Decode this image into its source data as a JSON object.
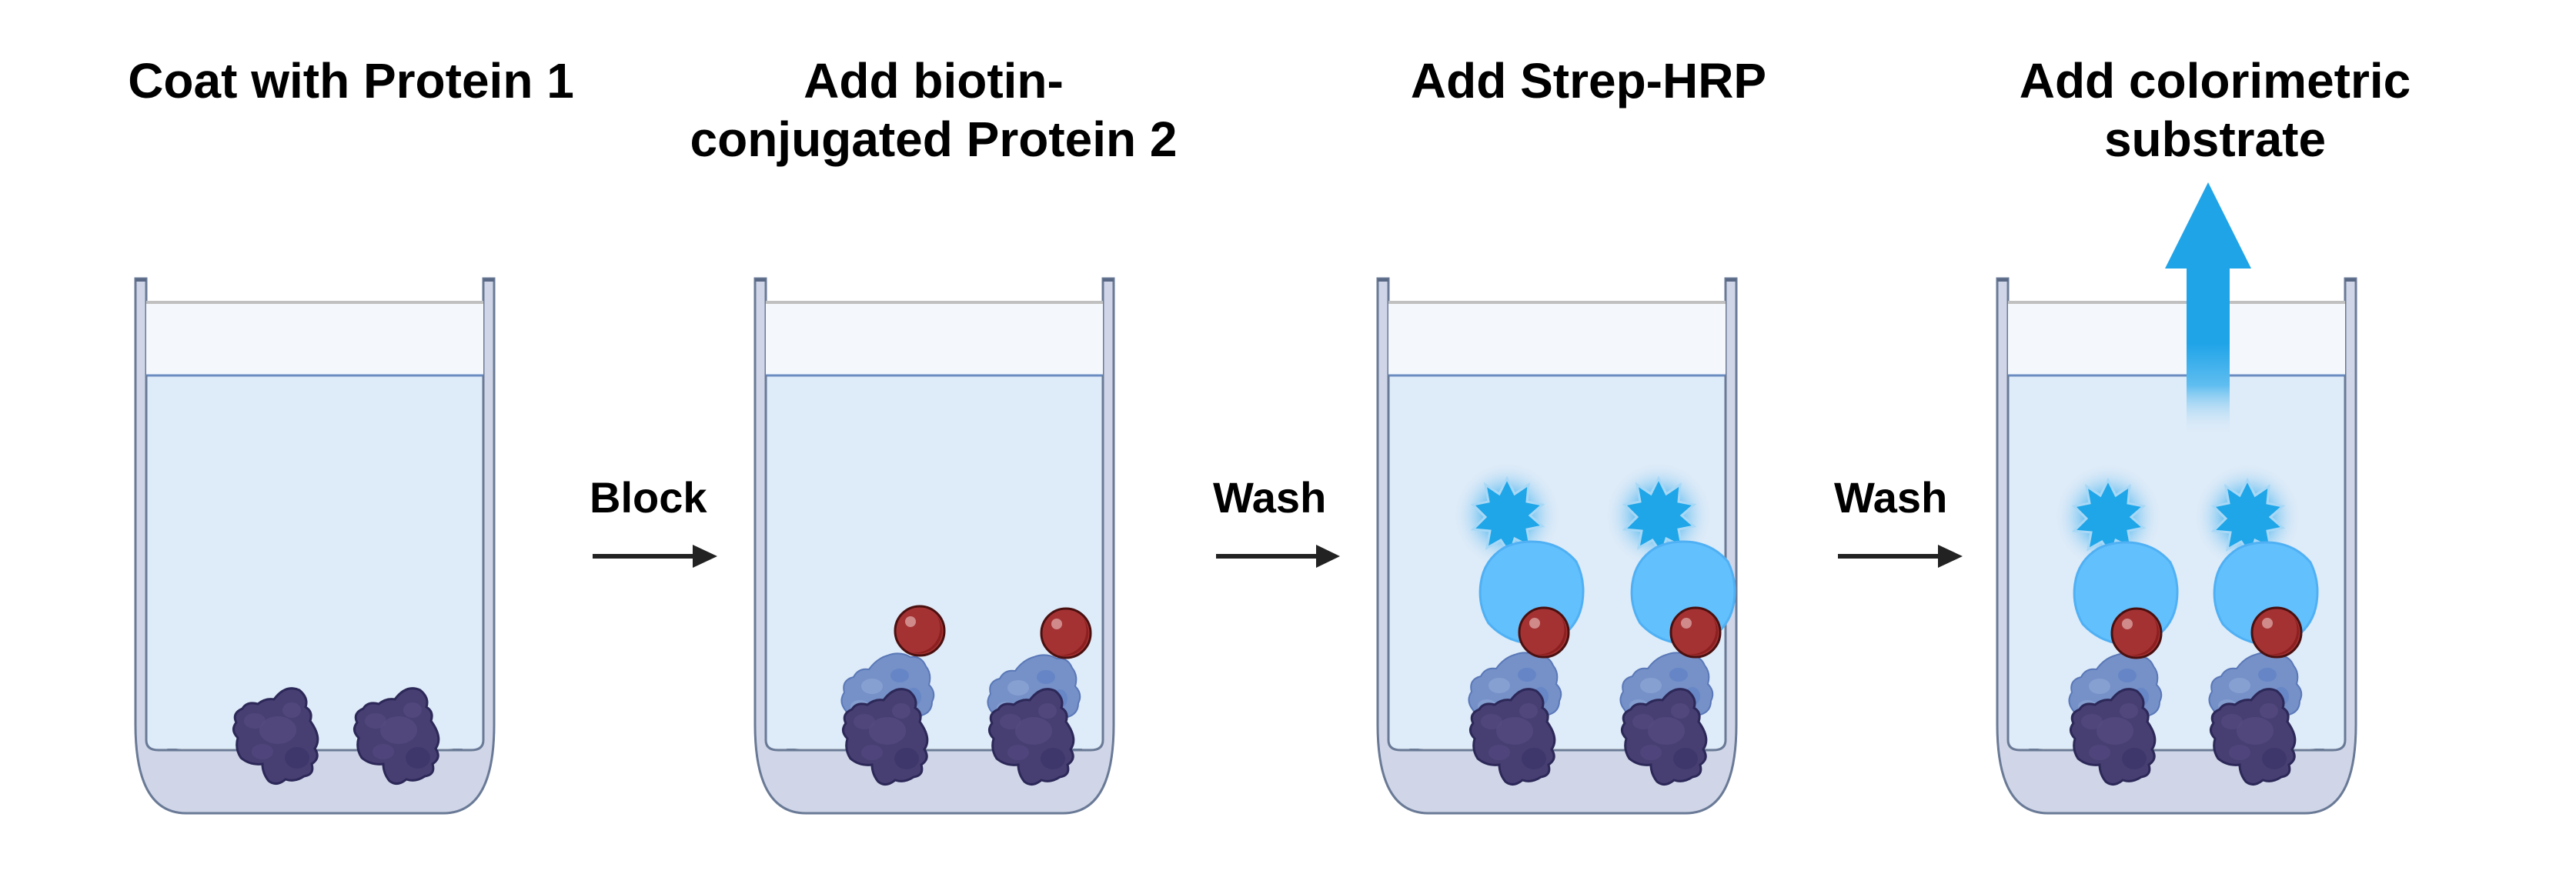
{
  "diagram": {
    "type": "ELISA-style protein binding assay workflow",
    "panels": [
      {
        "id": 1,
        "title_line1": "Coat with Protein 1",
        "title_line2": ""
      },
      {
        "id": 2,
        "title_line1": "Add biotin-",
        "title_line2": "conjugated Protein 2"
      },
      {
        "id": 3,
        "title_line1": "Add Strep-HRP",
        "title_line2": ""
      },
      {
        "id": 4,
        "title_line1": "Add colorimetric",
        "title_line2": "substrate"
      }
    ],
    "transitions": [
      {
        "label": "Block",
        "from": 1,
        "to": 2
      },
      {
        "label": "Wash",
        "from": 2,
        "to": 3
      },
      {
        "label": "Wash",
        "from": 3,
        "to": 4
      }
    ],
    "components": {
      "protein1": "dark purple globular protein (coated)",
      "protein2": "blue globular protein (biotin-conjugated)",
      "biotin": "red sphere",
      "streptavidin": "light blue round blob",
      "hrp": "blue starburst (glowing)",
      "signal": "blue upward arrow"
    },
    "colors": {
      "well_wall": "#d0d6e8",
      "well_outline": "#6a7a96",
      "liquid": "#deebf8",
      "headspace": "#f4f8fd",
      "lid_line": "#c0c0c0",
      "protein1": "#473f72",
      "protein1_outline": "#2c2858",
      "protein2": "#6e8cc8",
      "biotin": "#a53233",
      "streptavidin": "#62c0fc",
      "hrp": "#1ea6e8",
      "signal_arrow": "#1fa4e8",
      "step_arrow": "#222222"
    }
  }
}
